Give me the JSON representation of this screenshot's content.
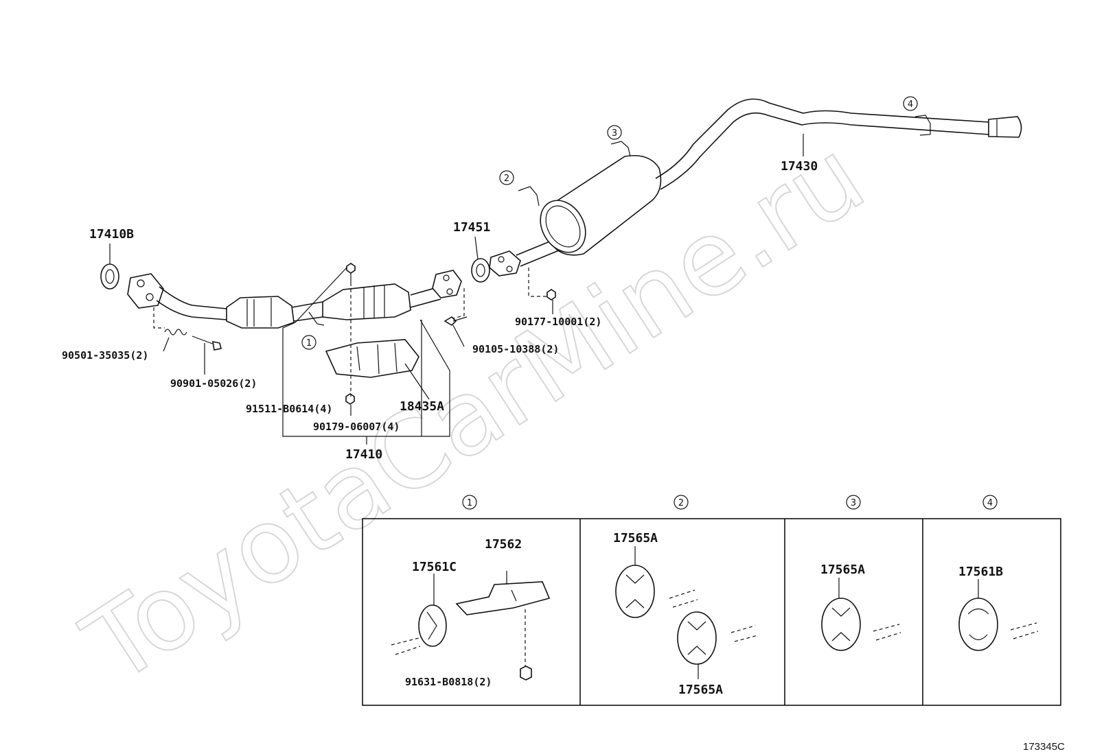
{
  "watermark": "ToyotaCarMine.ru",
  "figure_code": "173345C",
  "callouts": [
    "1",
    "2",
    "3",
    "4"
  ],
  "parts": {
    "p17410B": "17410B",
    "p17451": "17451",
    "p17430": "17430",
    "p90177": "90177-10001(2)",
    "p90105": "90105-10388(2)",
    "p90501": "90501-35035(2)",
    "p90901": "90901-05026(2)",
    "p91511": "91511-B0614(4)",
    "p18435A": "18435A",
    "p90179": "90179-06007(4)",
    "p17410": "17410"
  },
  "detail": {
    "box1": {
      "p17562": "17562",
      "p17561C": "17561C",
      "p91631": "91631-B0818(2)"
    },
    "box2": {
      "p17565A_top": "17565A",
      "p17565A_bottom": "17565A"
    },
    "box3": {
      "p17565A": "17565A"
    },
    "box4": {
      "p17561B": "17561B"
    }
  }
}
